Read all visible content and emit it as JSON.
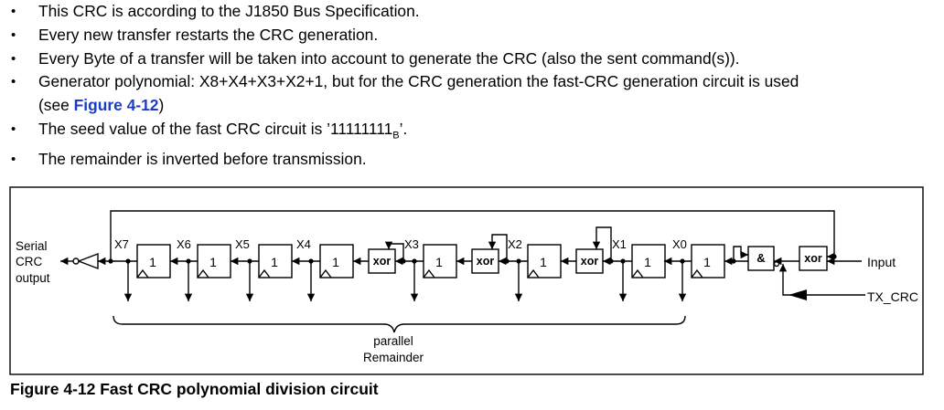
{
  "bullets": [
    "This CRC is according to the J1850 Bus Specification.",
    "Every new transfer restarts the CRC generation.",
    "Every Byte of a transfer will be taken into account to generate the CRC (also the sent command(s)).",
    {
      "text": "Generator polynomial: X8+X4+X3+X2+1, but for the CRC generation the fast-CRC generation circuit is used",
      "line2_prefix": "(see ",
      "link": "Figure 4-12",
      "line2_suffix": ")"
    },
    {
      "prefix": "The seed value of the fast CRC circuit is ’11111111",
      "sub": "B",
      "suffix": "’."
    },
    "The remainder is inverted before transmission."
  ],
  "diagram": {
    "serial_label": [
      "Serial",
      "CRC",
      "output"
    ],
    "stage_labels": [
      "X7",
      "X6",
      "X5",
      "X4",
      "X3",
      "X2",
      "X1",
      "X0"
    ],
    "register_value": "1",
    "xor_label": "xor",
    "and_label": "&",
    "input_label": "Input",
    "tx_label": "TX_CRC",
    "remainder_label": [
      "parallel",
      "Remainder"
    ]
  },
  "caption": "Figure 4-12 Fast CRC polynomial division circuit"
}
